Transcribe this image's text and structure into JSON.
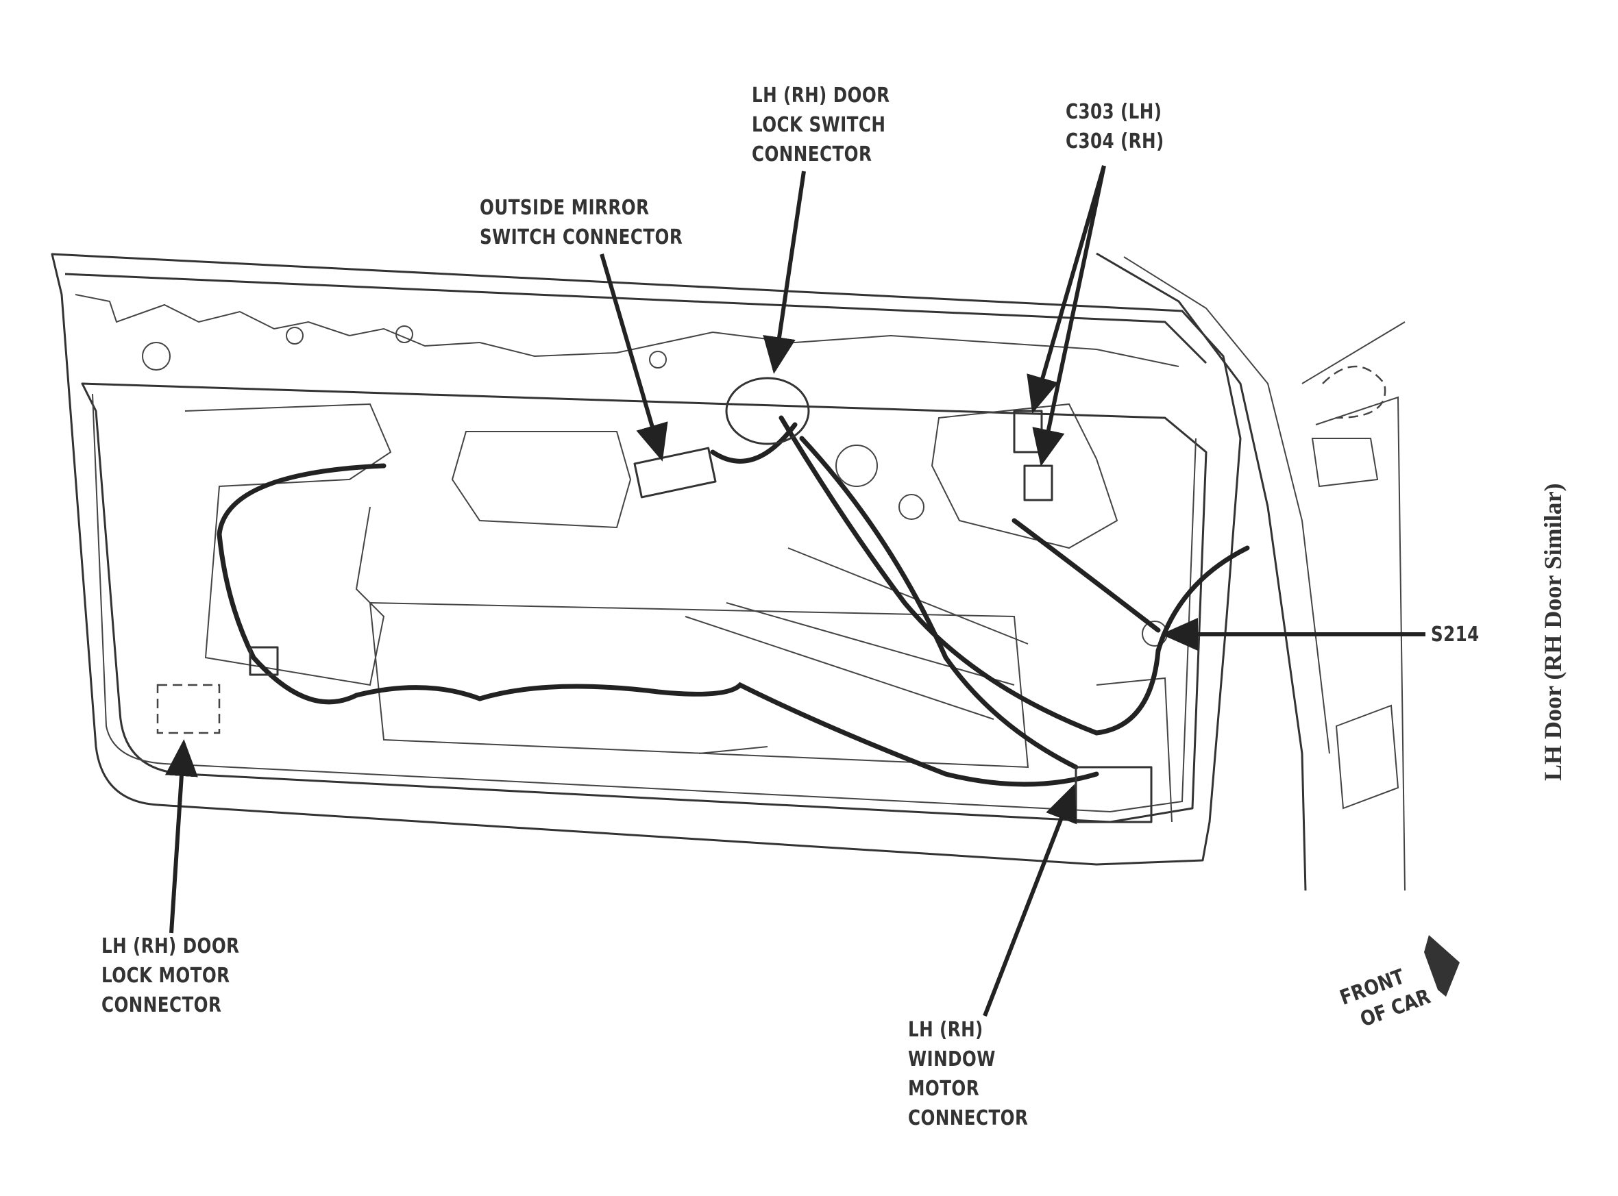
{
  "labels": {
    "door_lock_switch": [
      "LH (RH) DOOR",
      "LOCK SWITCH",
      "CONNECTOR"
    ],
    "outside_mirror": [
      "OUTSIDE MIRROR",
      "SWITCH CONNECTOR"
    ],
    "c303": [
      "C303 (LH)",
      "C304 (RH)"
    ],
    "s214": "S214",
    "door_lock_motor": [
      "LH (RH) DOOR",
      "LOCK MOTOR",
      "CONNECTOR"
    ],
    "window_motor": [
      "LH (RH)",
      "WINDOW",
      "MOTOR",
      "CONNECTOR"
    ],
    "front_of_car": [
      "FRONT",
      "OF CAR"
    ],
    "caption": "LH Door (RH Door Similar)"
  },
  "colors": {
    "ink": "#333333",
    "paper": "#ffffff"
  },
  "icons": {
    "direction": "front-arrow-icon"
  }
}
